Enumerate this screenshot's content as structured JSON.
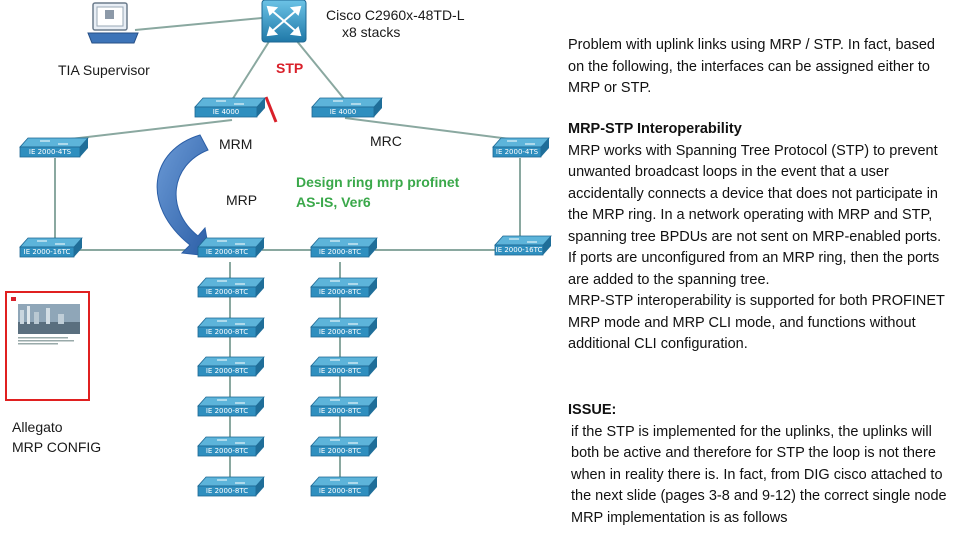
{
  "core_switch": {
    "name": "Cisco C2960x-48TD-L",
    "stack": "x8 stacks"
  },
  "supervisor": {
    "label": "TIA Supervisor"
  },
  "stp_label": "STP",
  "ring_labels": {
    "mrm": "MRM",
    "mrc": "MRC",
    "mrp": "MRP"
  },
  "design_note": {
    "line1": "Design ring mrp profinet",
    "line2": "AS-IS, Ver6",
    "color": "#3aa84a"
  },
  "document_thumb": {
    "line1": "Allegato",
    "line2": "MRP CONFIG",
    "frame_color": "#e02020"
  },
  "switches": {
    "ie4000_left": "IE 4000",
    "ie4000_right": "IE 4000",
    "left_top": "IE 2000-4TS",
    "right_top": "IE 2000-4TS",
    "left_bottom": "IE 2000-16TC",
    "right_bottom": "IE 2000-16TC",
    "col_a": [
      "IE 2000-8TC",
      "IE 2000-8TC",
      "IE 2000-8TC",
      "IE 2000-8TC",
      "IE 2000-8TC",
      "IE 2000-8TC",
      "IE 2000-8TC"
    ],
    "col_b": [
      "IE 2000-8TC",
      "IE 2000-8TC",
      "IE 2000-8TC",
      "IE 2000-8TC",
      "IE 2000-8TC",
      "IE 2000-8TC",
      "IE 2000-8TC"
    ]
  },
  "right_text": {
    "intro": "Problem with uplink links using MRP / STP. In fact, based on the following, the interfaces can be assigned either to MRP or STP.",
    "interop_title": "MRP-STP Interoperability",
    "interop_body1": "MRP works with Spanning Tree Protocol (STP) to prevent unwanted broadcast loops in the event that a user accidentally connects a device that does not participate in the MRP ring. In a network operating with MRP and STP, spanning tree BPDUs are not sent on MRP-enabled ports.",
    "interop_body2": "If ports are unconfigured from an MRP ring, then the ports are added to the spanning tree.",
    "interop_body3": "MRP-STP interoperability is supported for both PROFINET MRP mode and MRP CLI mode, and functions without additional CLI configuration.",
    "issue_title": "ISSUE:",
    "issue_body": "if the STP is implemented for the uplinks, the uplinks will both be active and therefore for STP the loop is not there when in reality there is. In fact, from DIG cisco attached to the next slide (pages 3-8 and 9-12) the correct single node MRP implementation is as follows"
  },
  "colors": {
    "switch_fill": "#2f8fbf",
    "switch_top": "#5db4da",
    "line": "#8aa8a0",
    "arrow": "#3b6fb5",
    "red_mark": "#d9202a"
  }
}
